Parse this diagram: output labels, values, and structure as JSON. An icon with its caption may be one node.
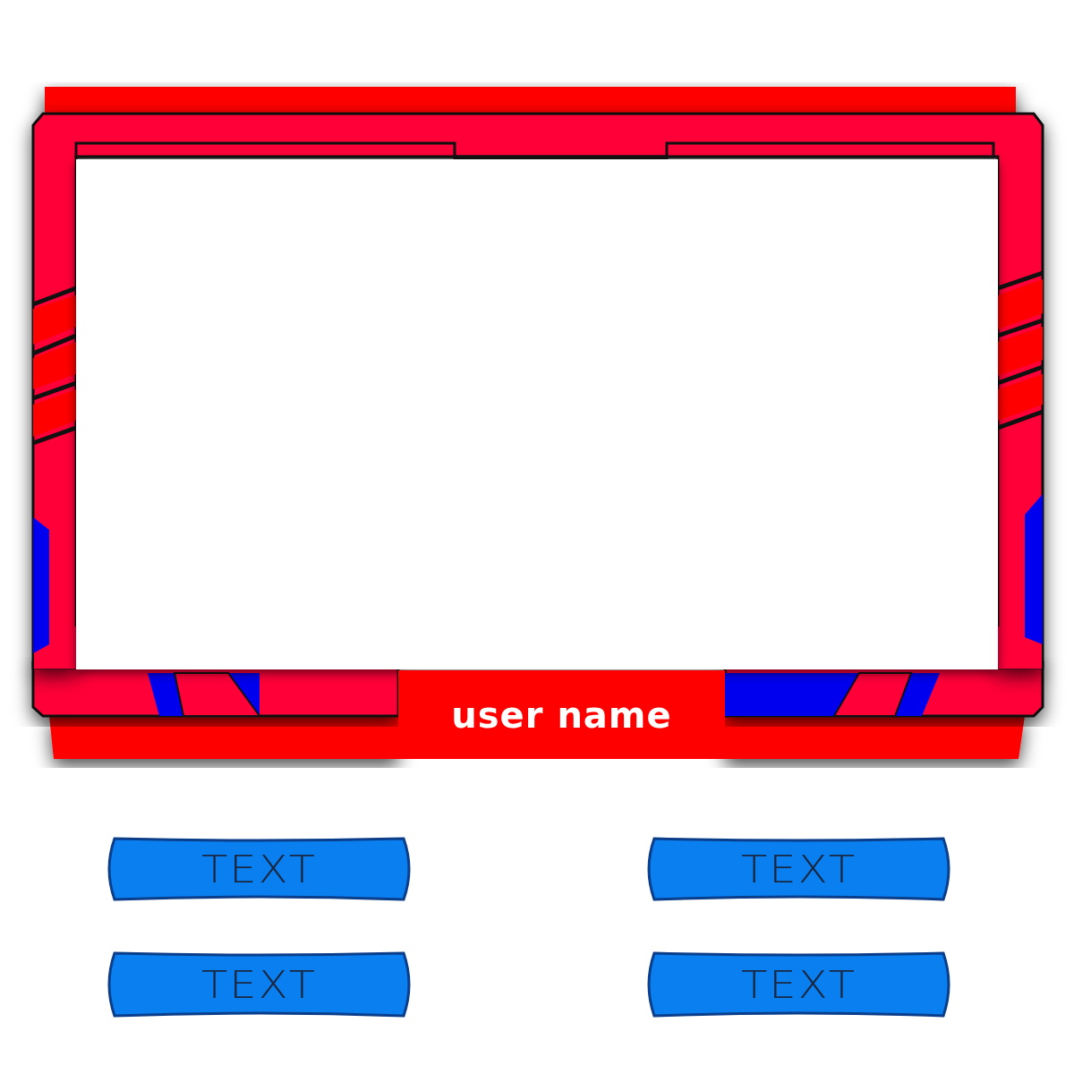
{
  "diagram": {
    "nodes": [
      {
        "text": [
          "user name"
        ]
      },
      {
        "text": [
          "TEXT"
        ]
      },
      {
        "text": [
          "TEXT"
        ]
      },
      {
        "text": [
          "TEXT"
        ]
      },
      {
        "text": [
          "TEXT"
        ]
      }
    ]
  }
}
